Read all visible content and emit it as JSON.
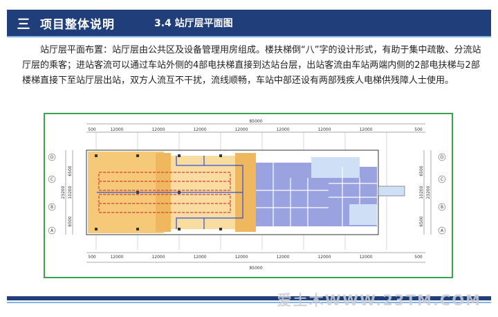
{
  "header": {
    "section_number": "三",
    "section_title": "项目整体说明",
    "subsection_title": "3.4 站厅层平面图"
  },
  "paragraph": "站厅层平面布置：站厅层由公共区及设备管理用房组成。楼扶梯倒“八”字的设计形式，有助于集中疏散、分流站厅层的乘客；进站客流可以通过车站外侧的4部电扶梯直接到达站台层，出站客流由车站两端内侧的2部电扶梯与2部楼梯直接下至站厅层出站，双方人流互不干扰，流线顺畅，车站中部还设有两部残疾人电梯供残障人士使用。",
  "plan": {
    "total_dim_top": "85000",
    "total_dim_bottom": "85000",
    "bay_dims_top": [
      "12000",
      "12000",
      "12000",
      "12000",
      "12000",
      "12000",
      "12000"
    ],
    "bay_dims_bottom": [
      "12000",
      "12000",
      "12000",
      "12000",
      "12000",
      "12000",
      "12000"
    ],
    "end_dim": "500",
    "side_dims_left": [
      "6500",
      "10200",
      "6500"
    ],
    "side_dims_right": [
      "6500",
      "10200",
      "6500"
    ],
    "side_total": "23200",
    "row_labels": [
      "D",
      "C",
      "B",
      "A"
    ],
    "colors": {
      "public_area": "#f6c978",
      "equipment_rooms": "#9aa3e0",
      "circulation": "#cfe0f6",
      "inflow_route": "#e23a3a",
      "outflow_route": "#2b4fd8"
    }
  },
  "watermark": "爱土木WWW.23TM.COM"
}
